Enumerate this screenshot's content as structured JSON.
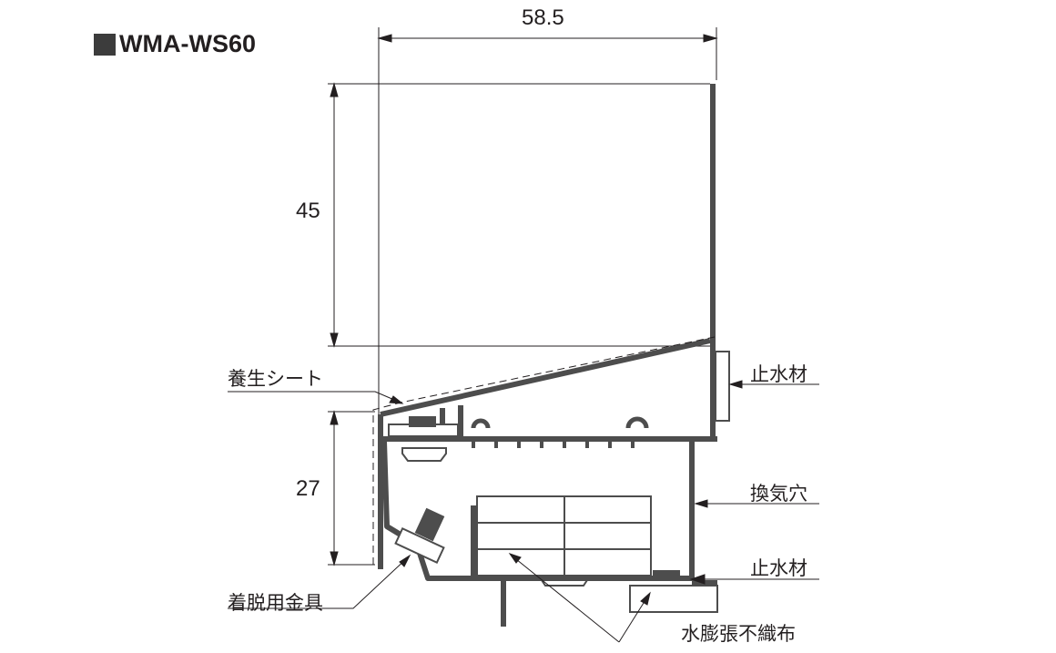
{
  "title": "WMA-WS60",
  "dimensions": {
    "width": "58.5",
    "height_upper": "45",
    "height_lower": "27"
  },
  "labels": {
    "curing_sheet": "養生シート",
    "water_stop_top": "止水材",
    "vent_hole": "換気穴",
    "water_stop_bottom": "止水材",
    "detachable_bracket": "着脱用金具",
    "water_swelling_nonwoven": "水膨張不織布"
  },
  "colors": {
    "profile": "#4d4d4d",
    "line": "#231f20"
  }
}
